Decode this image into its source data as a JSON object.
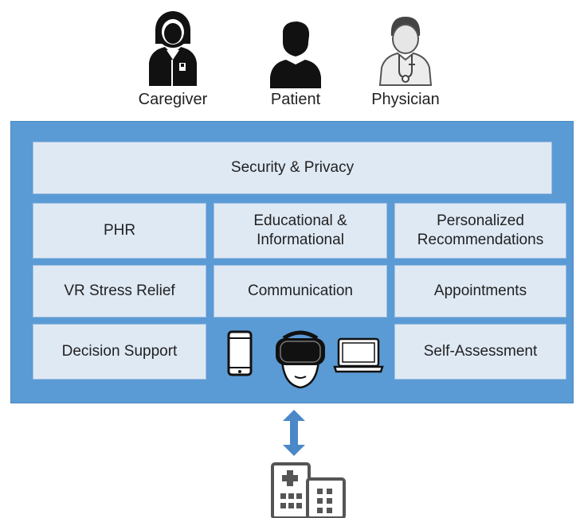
{
  "users": [
    {
      "label": "Caregiver",
      "icon": "caregiver-icon"
    },
    {
      "label": "Patient",
      "icon": "patient-icon"
    },
    {
      "label": "Physician",
      "icon": "physician-icon"
    }
  ],
  "platform": {
    "security": "Security & Privacy",
    "modules": {
      "phr": "PHR",
      "educational": "Educational & Informational",
      "personalized": "Personalized Recommendations",
      "vr_stress": "VR Stress Relief",
      "communication": "Communication",
      "appointments": "Appointments",
      "decision_support": "Decision Support",
      "self_assessment": "Self-Assessment"
    },
    "devices": [
      "smartphone-icon",
      "vr-headset-icon",
      "laptop-icon"
    ]
  },
  "connection": {
    "icon": "bidirectional-arrow-icon"
  },
  "backend": {
    "icon": "hospital-building-icon"
  },
  "colors": {
    "panel": "#5b9bd5",
    "box": "#dfe9f4",
    "arrow": "#4a88c8",
    "icon_dark": "#111111",
    "building": "#555555"
  }
}
